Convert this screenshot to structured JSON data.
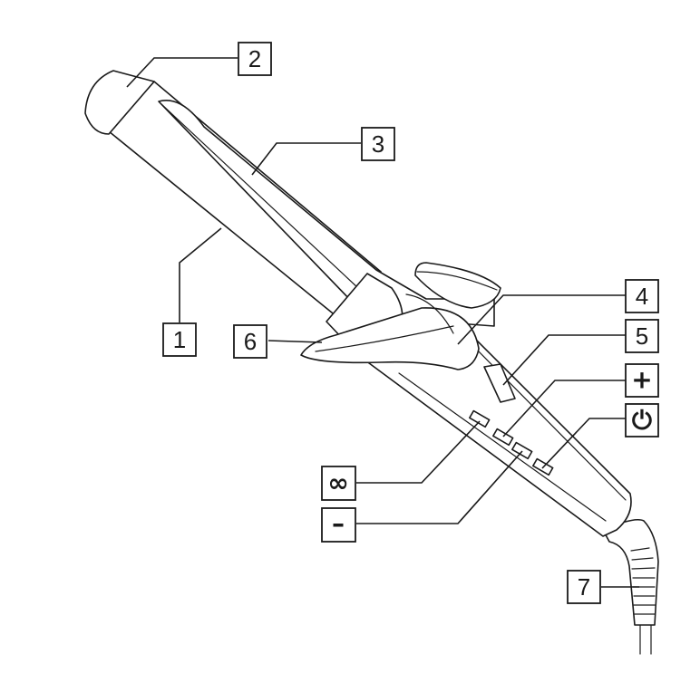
{
  "callouts": {
    "c1": "1",
    "c2": "2",
    "c3": "3",
    "c4": "4",
    "c5": "5",
    "c6": "6",
    "c7": "7",
    "plus": "+",
    "minus": "–",
    "infinity": "∞",
    "power": "⏻"
  }
}
